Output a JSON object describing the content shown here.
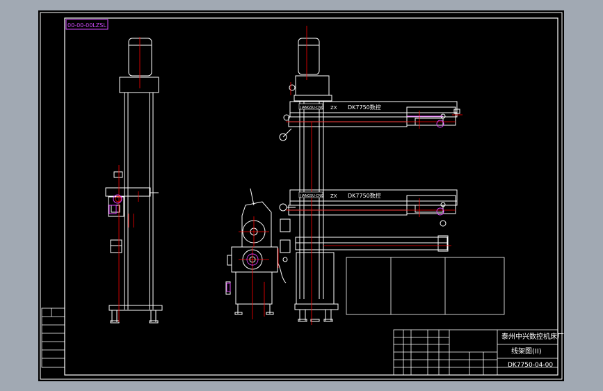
{
  "app": {
    "background": "#000000",
    "chrome": "#a1a9b3"
  },
  "drawing": {
    "stamp_code": "00-00-00LZSL",
    "company": "泰州中兴数控机床厂",
    "title": "线架图(II)",
    "drawing_no": "DK7750-04-00",
    "beam_label": "DK7750数控",
    "beam_plate": "JIANGSU·CNC",
    "beam_mark": "ZX",
    "colors": {
      "line": "#ffffff",
      "center": "#ff0000",
      "accent": "#e040fb",
      "stamp": "#d24bff"
    }
  }
}
